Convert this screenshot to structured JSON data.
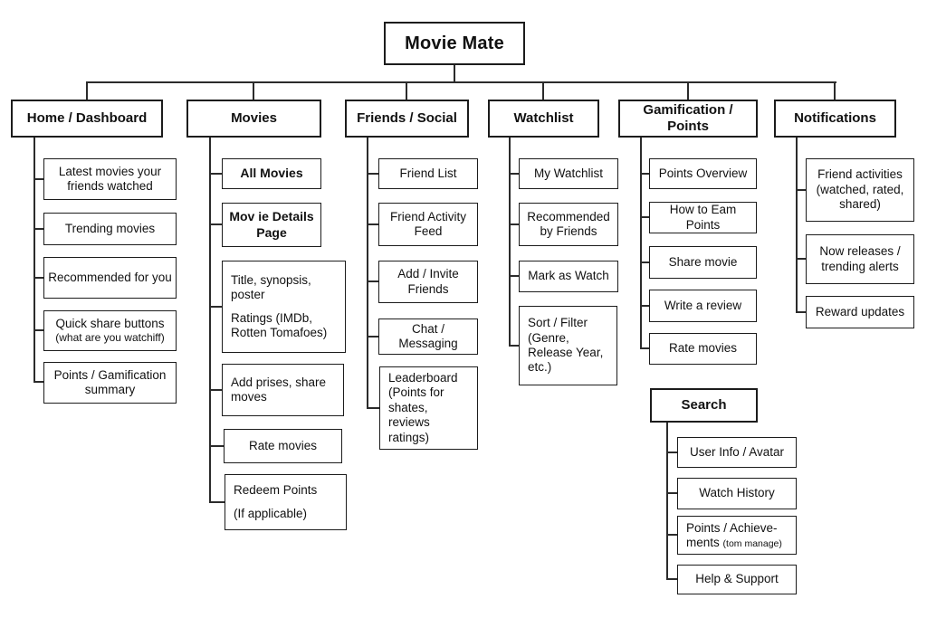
{
  "root": {
    "label": "Movie Mate"
  },
  "colors": {
    "background": "#ffffff",
    "box_border": "#1c1c1c",
    "text": "#111111",
    "line": "#2b2b2b"
  },
  "sections": [
    {
      "label": "Home / Dashboard",
      "children": [
        {
          "label": "Latest movies your friends watched"
        },
        {
          "label": "Trending movies"
        },
        {
          "label": "Recommended for you"
        },
        {
          "label": "Quick share buttons",
          "sub": "(what are you watchiff)"
        },
        {
          "label": "Points / Gamification summary"
        }
      ]
    },
    {
      "label": "Movies",
      "children": [
        {
          "label": "All Movies"
        },
        {
          "label": "Mov ie Details Page"
        },
        {
          "label": "Title, synopsis, poster",
          "sub": "Ratings (IMDb, Rotten Tomafoes)"
        },
        {
          "label": "Add prises, share moves"
        },
        {
          "label": "Rate movies"
        },
        {
          "label": "Redeem Points",
          "sub": "(If applicable)"
        }
      ]
    },
    {
      "label": "Friends / Social",
      "children": [
        {
          "label": "Friend List"
        },
        {
          "label": "Friend Activity Feed"
        },
        {
          "label": "Add / Invite Friends"
        },
        {
          "label": "Chat / Messaging"
        },
        {
          "label": "Leaderboard (Points for shates, reviews ratings)"
        }
      ]
    },
    {
      "label": "Watchlist",
      "children": [
        {
          "label": "My Watchlist"
        },
        {
          "label": "Recommended by Friends"
        },
        {
          "label": "Mark as Watch"
        },
        {
          "label": "Sort / Filter (Genre, Release Year, etc.)"
        }
      ]
    },
    {
      "label": "Gamification / Points",
      "children": [
        {
          "label": "Points Overview"
        },
        {
          "label": "How to Eam Points"
        },
        {
          "label": "Share movie"
        },
        {
          "label": "Write a review"
        },
        {
          "label": "Rate movies"
        }
      ]
    },
    {
      "label": "Notifications",
      "children": [
        {
          "label": "Friend activities (watched, rated, shared)"
        },
        {
          "label": "Now releases / trending alerts"
        },
        {
          "label": "Reward updates"
        }
      ]
    }
  ],
  "search": {
    "label": "Search",
    "children": [
      {
        "label": "User Info / Avatar"
      },
      {
        "label": "Watch History"
      },
      {
        "label": "Points / Achieve-ments",
        "sub": "(tom manage)"
      },
      {
        "label": "Help & Support"
      }
    ]
  }
}
